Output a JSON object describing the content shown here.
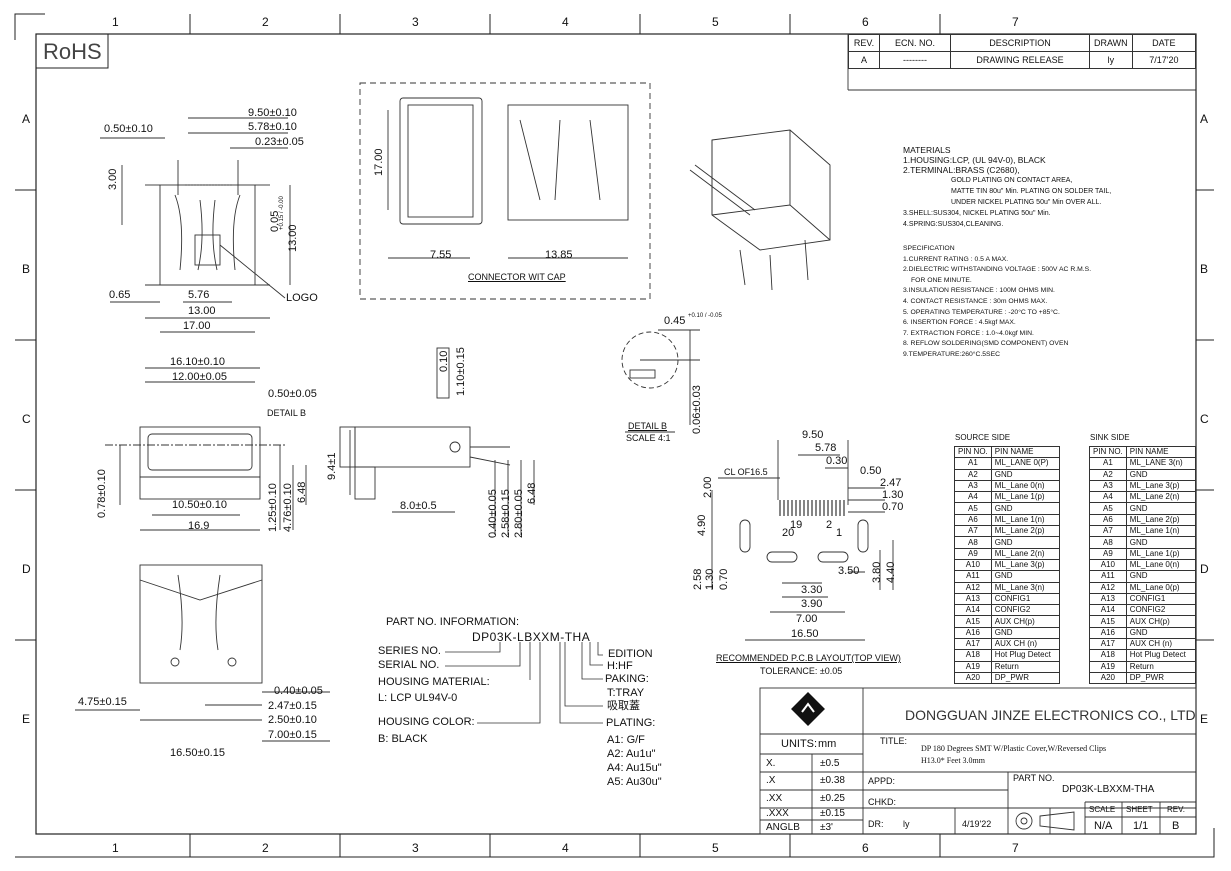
{
  "rohs": "RoHS",
  "grid_cols": [
    "1",
    "2",
    "3",
    "4",
    "5",
    "6",
    "7"
  ],
  "grid_rows": [
    "A",
    "B",
    "C",
    "D",
    "E"
  ],
  "revision": {
    "headers": [
      "REV.",
      "ECN. NO.",
      "DESCRIPTION",
      "DRAWN",
      "DATE"
    ],
    "row": [
      "A",
      "--------",
      "DRAWING RELEASE",
      "ly",
      "7/17'20"
    ]
  },
  "materials": {
    "title": "MATERIALS",
    "lines": [
      "1.HOUSING:LCP, (UL 94V-0), BLACK",
      "2.TERMINAL:BRASS (C2680),",
      "GOLD PLATING ON CONTACT AREA,",
      "MATTE TIN 80u\" Min. PLATING ON SOLDER TAIL,",
      "UNDER NICKEL PLATING 50u\" Min OVER ALL.",
      "3.SHELL:SUS304, NICKEL PLATING 50u\" Min.",
      "4.SPRING:SUS304,CLEANING."
    ]
  },
  "specification": {
    "title": "SPECIFICATION",
    "lines": [
      "1.CURRENT RATING : 0.5 A MAX.",
      "2.DIELECTRIC WITHSTANDING VOLTAGE : 500V AC R.M.S.",
      "FOR ONE MINUTE.",
      "3.INSULATION RESISTANCE : 100M OHMS MIN.",
      "4. CONTACT RESISTANCE : 30m OHMS MAX.",
      "5. OPERATING TEMPERATURE : -20°C TO +85°C.",
      "6. INSERTION FORCE : 4.5kgf MAX.",
      "7. EXTRACTION FORCE : 1.0~4.0kgf MIN.",
      "8. REFLOW SOLDERING(SMD COMPONENT) OVEN",
      "9.TEMPERATURE:260°C.5SEC"
    ]
  },
  "source_side": {
    "title": "SOURCE SIDE",
    "headers": [
      "PIN NO.",
      "PIN NAME"
    ],
    "rows": [
      [
        "A1",
        "ML_LANE 0(P)"
      ],
      [
        "A2",
        "GND"
      ],
      [
        "A3",
        "ML_Lane 0(n)"
      ],
      [
        "A4",
        "ML_Lane 1(p)"
      ],
      [
        "A5",
        "GND"
      ],
      [
        "A6",
        "ML_Lane 1(n)"
      ],
      [
        "A7",
        "ML_Lane 2(p)"
      ],
      [
        "A8",
        "GND"
      ],
      [
        "A9",
        "ML_Lane 2(n)"
      ],
      [
        "A10",
        "ML_Lane 3(p)"
      ],
      [
        "A11",
        "GND"
      ],
      [
        "A12",
        "ML_Lane 3(n)"
      ],
      [
        "A13",
        "CONFIG1"
      ],
      [
        "A14",
        "CONFIG2"
      ],
      [
        "A15",
        "AUX CH(p)"
      ],
      [
        "A16",
        "GND"
      ],
      [
        "A17",
        "AUX CH (n)"
      ],
      [
        "A18",
        "Hot Plug Detect"
      ],
      [
        "A19",
        "Return"
      ],
      [
        "A20",
        "DP_PWR"
      ]
    ]
  },
  "sink_side": {
    "title": "SINK SIDE",
    "headers": [
      "PIN NO.",
      "PIN NAME"
    ],
    "rows": [
      [
        "A1",
        "ML_LANE 3(n)"
      ],
      [
        "A2",
        "GND"
      ],
      [
        "A3",
        "ML_Lane 3(p)"
      ],
      [
        "A4",
        "ML_Lane 2(n)"
      ],
      [
        "A5",
        "GND"
      ],
      [
        "A6",
        "ML_Lane 2(p)"
      ],
      [
        "A7",
        "ML_Lane 1(n)"
      ],
      [
        "A8",
        "GND"
      ],
      [
        "A9",
        "ML_Lane 1(p)"
      ],
      [
        "A10",
        "ML_Lane 0(n)"
      ],
      [
        "A11",
        "GND"
      ],
      [
        "A12",
        "ML_Lane 0(p)"
      ],
      [
        "A13",
        "CONFIG1"
      ],
      [
        "A14",
        "CONFIG2"
      ],
      [
        "A15",
        "AUX CH(p)"
      ],
      [
        "A16",
        "GND"
      ],
      [
        "A17",
        "AUX CH (n)"
      ],
      [
        "A18",
        "Hot Plug Detect"
      ],
      [
        "A19",
        "Return"
      ],
      [
        "A20",
        "DP_PWR"
      ]
    ]
  },
  "dims": {
    "d_050": "0.50±0.10",
    "d_950": "9.50±0.10",
    "d_578": "5.78±0.10",
    "d_023": "0.23±0.05",
    "d_300": "3.00",
    "d_005": "0.05",
    "d_005_tol": "+0.15 / -0.00",
    "d_1300v": "13.00",
    "d_065": "0.65",
    "d_576": "5.76",
    "d_1300": "13.00",
    "d_1700": "17.00",
    "logo": "LOGO",
    "cap_1700": "17.00",
    "cap_755": "7.55",
    "cap_1385": "13.85",
    "cap_label": "CONNECTOR WIT CAP",
    "f_1610": "16.10±0.10",
    "f_1200": "12.00±0.05",
    "f_050": "0.50±0.05",
    "f_detail": "DETAIL B",
    "f_078": "0.78±0.10",
    "f_1050": "10.50±0.10",
    "f_169": "16.9",
    "f_125": "1.25±0.10",
    "f_476": "4.76±0.10",
    "f_648": "6.48",
    "s_94": "9.4±1",
    "s_80": "8.0±0.5",
    "s_flat": "0.10",
    "s_110": "1.10±0.15",
    "s_040": "0.40±0.05",
    "s_258": "2.58±0.15",
    "s_280": "2.80±0.05",
    "s_648": "6.48",
    "db_045": "0.45",
    "db_045_tol": "+0.10 / -0.05",
    "db_006": "0.06±0.03",
    "db_title": "DETAIL B",
    "db_scale": "SCALE 4:1",
    "p_950": "9.50",
    "p_578": "5.78",
    "p_030": "0.30",
    "p_050": "0.50",
    "p_247": "2.47",
    "p_130": "1.30",
    "p_070": "0.70",
    "p_cl": "CL OF16.5",
    "p_200": "2.00",
    "p_490": "4.90",
    "p_19": "19",
    "p_20": "20",
    "p_2": "2",
    "p_1": "1",
    "p_258": "2.58",
    "p_130b": "1.30",
    "p_070b": "0.70",
    "p_350": "3.50",
    "p_380": "3.80",
    "p_440": "4.40",
    "p_330": "3.30",
    "p_390": "3.90",
    "p_700": "7.00",
    "p_1650": "16.50",
    "p_title": "RECOMMENDED P.C.B LAYOUT(TOP VIEW)",
    "p_tol": "TOLERANCE: ±0.05",
    "b_475": "4.75±0.15",
    "b_040": "0.40±0.05",
    "b_247": "2.47±0.15",
    "b_250": "2.50±0.10",
    "b_700": "7.00±0.15",
    "b_1650": "16.50±0.15"
  },
  "part_info": {
    "title": "PART NO. INFORMATION:",
    "part": "DP03K-LBXXM-THA",
    "series": "SERIES NO.",
    "serial": "SERIAL NO.",
    "housing_material": "HOUSING MATERIAL:",
    "housing_material_val": "L: LCP   UL94V-0",
    "housing_color": "HOUSING COLOR:",
    "housing_color_val": "B: BLACK",
    "edition": "EDITION",
    "hf": "H:HF",
    "paking": "PAKING:",
    "tray": "T:TRAY",
    "cap": "吸取蓋",
    "plating": "PLATING:",
    "plating_opts": [
      "A1: G/F",
      "A2: Au1u\"",
      "A4: Au15u\"",
      "A5: Au30u\""
    ]
  },
  "title_block": {
    "company": "DONGGUAN JINZE ELECTRONICS CO., LTD",
    "units_label": "UNITS:",
    "units": "mm",
    "tolerances": [
      [
        "X.",
        "±0.5"
      ],
      [
        ".X",
        "±0.38"
      ],
      [
        ".XX",
        "±0.25"
      ],
      [
        ".XXX",
        "±0.15"
      ],
      [
        "ANGLB",
        "±3'"
      ]
    ],
    "title_label": "TITLE:",
    "title_line1": "DP 180 Degrees SMT W/Plastic Cover,W/Reversed Clips",
    "title_line2": "H13.0* Feet 3.0mm",
    "appd": "APPD:",
    "chkd": "CHKD:",
    "dr": "DR:",
    "dr_name": "ly",
    "date": "4/19'22",
    "part_no_label": "PART NO.",
    "part_no": "DP03K-LBXXM-THA",
    "scale_label": "SCALE",
    "sheet_label": "SHEET",
    "rev_label": "REV.",
    "scale": "N/A",
    "sheet": "1/1",
    "rev": "B"
  }
}
